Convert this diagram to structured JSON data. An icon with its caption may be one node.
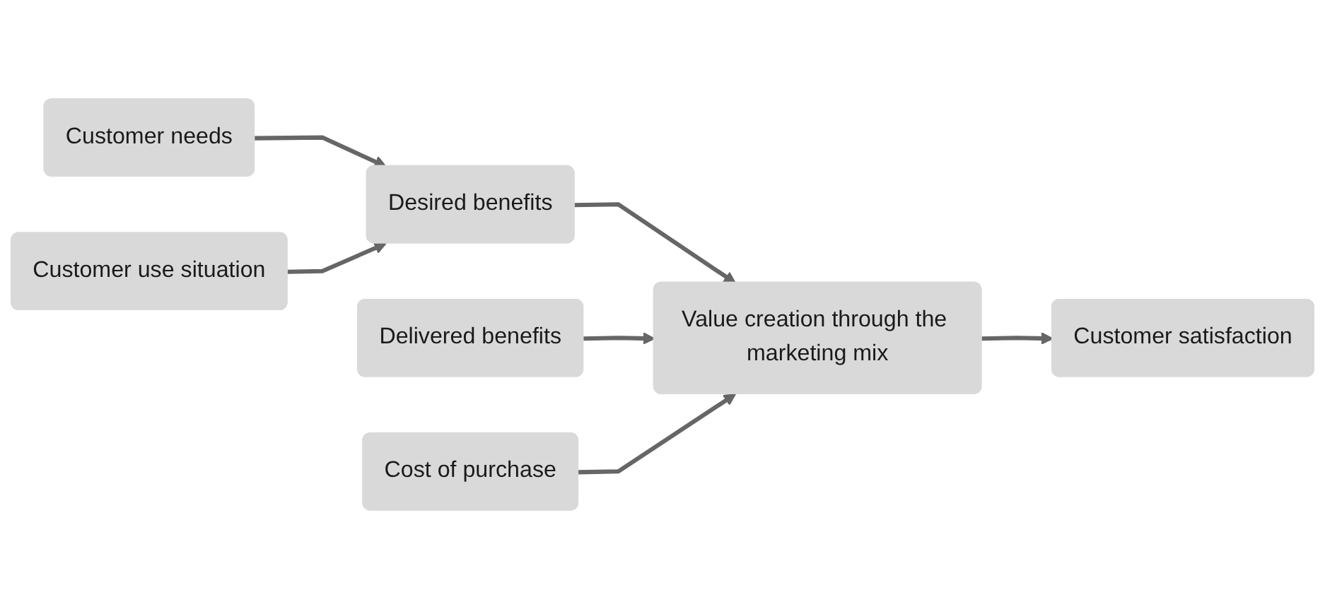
{
  "diagram": {
    "nodes": [
      {
        "text": [
          "Delivered benefits"
        ]
      },
      {
        "text": [
          "Customer needs"
        ]
      },
      {
        "text": [
          "Desired benefits"
        ]
      },
      {
        "text": [
          "Value creation through the marketing mix"
        ]
      },
      {
        "text": [
          "Customer satisfaction"
        ]
      },
      {
        "text": [
          "Customer use situation"
        ]
      },
      {
        "text": [
          "Cost of purchase"
        ]
      }
    ],
    "edges": [
      {
        "from": 1,
        "to": 2,
        "arrow": "to"
      },
      {
        "from": 5,
        "to": 2,
        "arrow": "to"
      },
      {
        "from": 2,
        "to": 3,
        "arrow": "to"
      },
      {
        "from": 0,
        "to": 3,
        "arrow": "to"
      },
      {
        "from": 6,
        "to": 3,
        "arrow": "to"
      },
      {
        "from": 3,
        "to": 4,
        "arrow": "to"
      }
    ]
  }
}
